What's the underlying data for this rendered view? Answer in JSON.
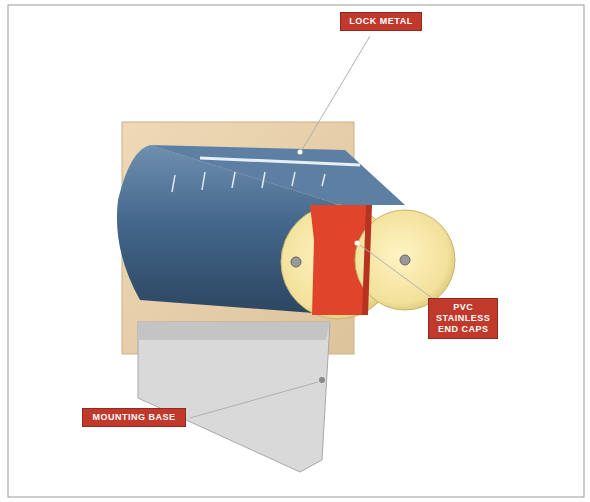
{
  "diagram": {
    "nodes": [
      {
        "text": [
          "LOCK METAL"
        ]
      },
      {
        "text": [
          "PVC STAINLESS END CAPS"
        ]
      },
      {
        "text": [
          "MOUNTING BASE"
        ]
      }
    ]
  }
}
